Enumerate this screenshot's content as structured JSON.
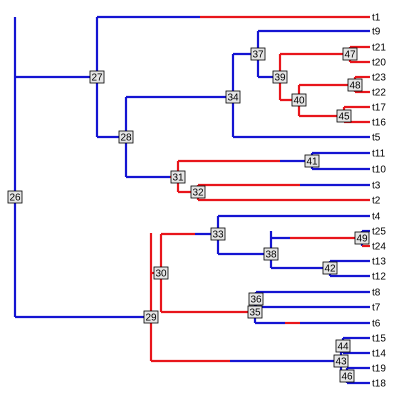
{
  "colors": {
    "red": "#e8151b",
    "blue": "#1414d2"
  },
  "tips": [
    "t1",
    "t9",
    "t21",
    "t20",
    "t23",
    "t22",
    "t17",
    "t16",
    "t5",
    "t11",
    "t10",
    "t3",
    "t2",
    "t4",
    "t25",
    "t24",
    "t13",
    "t12",
    "t8",
    "t7",
    "t6",
    "t15",
    "t14",
    "t19",
    "t18"
  ],
  "internal_nodes": [
    "26",
    "27",
    "28",
    "29",
    "30",
    "31",
    "32",
    "33",
    "34",
    "35",
    "36",
    "37",
    "38",
    "39",
    "40",
    "41",
    "42",
    "43",
    "44",
    "45",
    "46",
    "47",
    "48",
    "49"
  ]
}
